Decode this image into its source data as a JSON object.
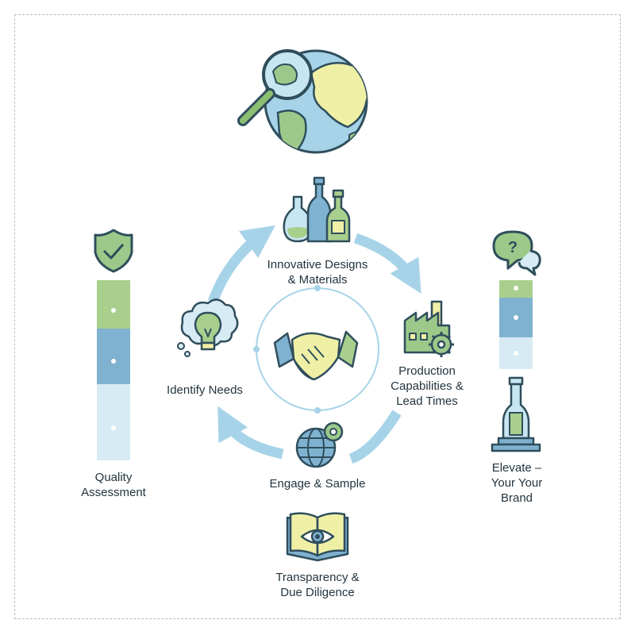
{
  "steps": {
    "innovative": {
      "line1": "Innovative Designs",
      "line2": "& Materials",
      "icon": "bottles-icon"
    },
    "production": {
      "line1": "Production",
      "line2": "Capabilities &",
      "line3": "Lead Times",
      "icon": "factory-icon"
    },
    "engage": {
      "label": "Engage & Sample",
      "icon": "globe-gear-icon"
    },
    "identify": {
      "label": "Identify Needs",
      "icon": "lightbulb-icon"
    }
  },
  "center": {
    "icon": "handshake-icon"
  },
  "top": {
    "icon": "globe-magnifier-icon"
  },
  "quality": {
    "line1": "Quality",
    "line2": "Assessment",
    "icon": "shield-check-icon",
    "levels": 3
  },
  "elevate": {
    "line1": "Elevate –",
    "line2": "Your Your",
    "line3": "Brand",
    "icon": "speech-question-icon",
    "levels": 3
  },
  "transparency": {
    "line1": "Transparency &",
    "line2": "Due Diligence",
    "icon": "book-eye-icon"
  },
  "colors": {
    "green": "#a9cf8d",
    "blue": "#7fb2d0",
    "pale_blue": "#d7ebf4",
    "outline": "#2f4e5c",
    "arrow": "#a7d3e8",
    "yellow": "#eff0a6"
  }
}
